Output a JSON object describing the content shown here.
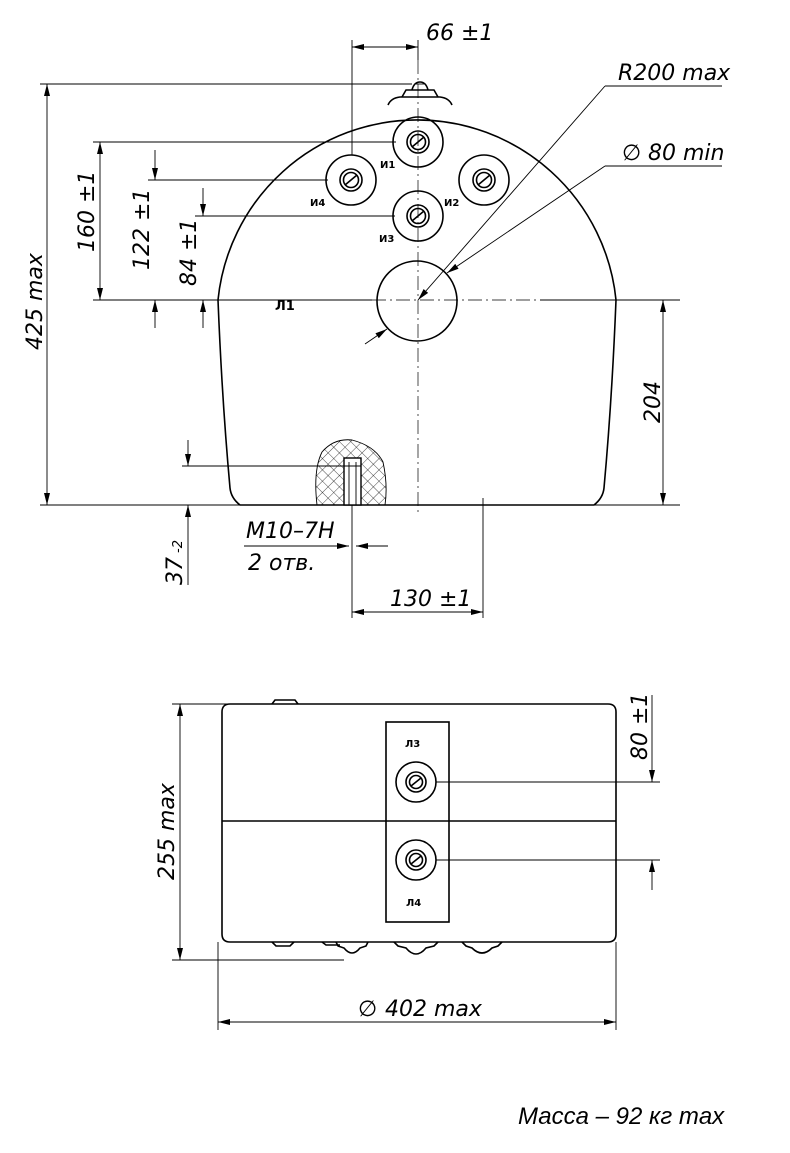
{
  "front_view": {
    "dims": {
      "width_top": "66 ±1",
      "radius": "R200 max",
      "hole_diameter": "80 min",
      "height_total": "425 max",
      "h160": "160 ±1",
      "h122": "122 ±1",
      "h84": "84 ±1",
      "h204": "204",
      "h37": "37",
      "h37_tol": "-2",
      "thread": "M10–7H",
      "thread_count": "2 отв.",
      "spacing": "130 ±1",
      "diameter_symbol": "∅"
    },
    "terminals": {
      "i1": "И1",
      "i2": "И2",
      "i3": "И3",
      "i4": "И4",
      "l1": "Л1"
    }
  },
  "top_view": {
    "dims": {
      "depth": "255 max",
      "offset": "80 ±1",
      "diameter": "402 max"
    },
    "terminals": {
      "l3": "Л3",
      "l4": "Л4"
    }
  },
  "mass_note": "Масса – 92 кг max"
}
